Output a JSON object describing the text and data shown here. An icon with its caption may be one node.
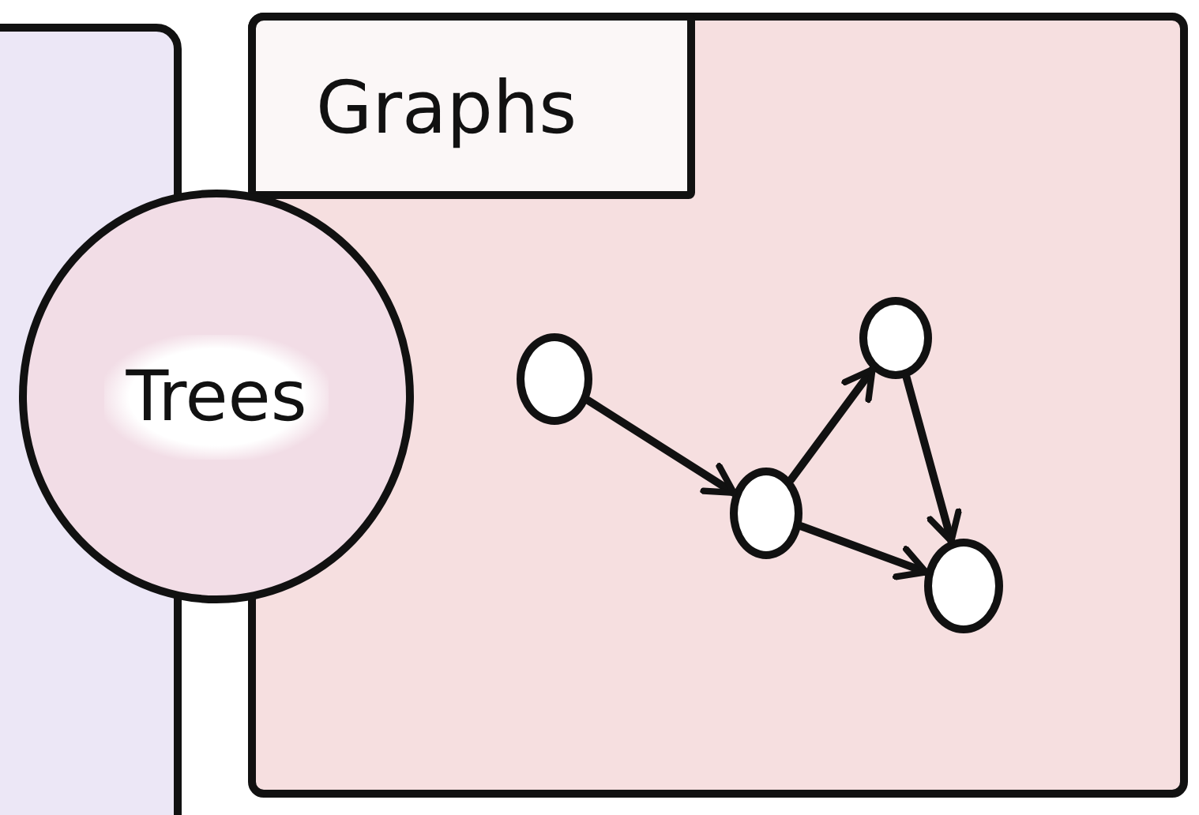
{
  "diagram": {
    "nodes": [
      {
        "text": [],
        "shape": "box"
      },
      {
        "text": [
          "Graphs"
        ]
      },
      {
        "text": [
          "Trees"
        ]
      },
      {
        "text": [],
        "shape": "circle",
        "in": 1
      },
      {
        "text": [],
        "shape": "circle",
        "in": 1
      },
      {
        "text": [],
        "shape": "circle",
        "in": 1
      },
      {
        "text": [],
        "shape": "circle",
        "in": 1
      }
    ],
    "edges": [
      {
        "from": 3,
        "to": 4,
        "arrow": "to"
      },
      {
        "from": 4,
        "to": 5,
        "arrow": "to"
      },
      {
        "from": 5,
        "to": 6,
        "arrow": "to"
      },
      {
        "from": 4,
        "to": 6,
        "arrow": "to"
      }
    ]
  }
}
